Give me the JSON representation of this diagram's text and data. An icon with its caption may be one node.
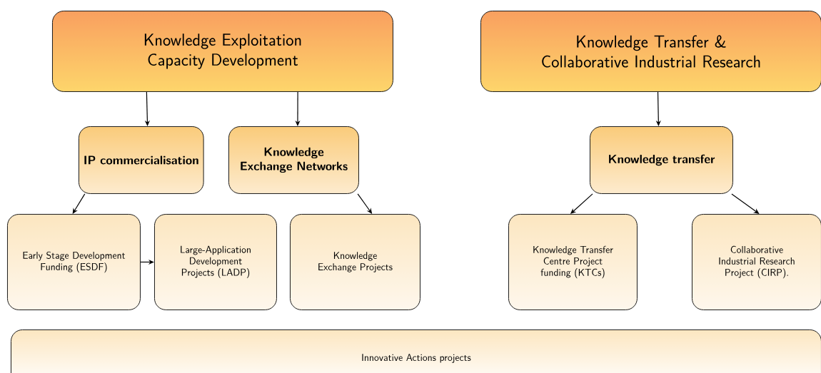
{
  "diagram": {
    "nodes": [
      {
        "text": [
          "Knowledge Exploitation Capacity Development"
        ]
      },
      {
        "text": [
          "Knowledge Transfer & Collaborative Industrial Research"
        ]
      },
      {
        "text": [
          "IP commercialisation"
        ]
      },
      {
        "text": [
          "Knowledge Exchange Networks"
        ]
      },
      {
        "text": [
          "Knowledge transfer"
        ]
      },
      {
        "text": [
          "Early Stage Development Funding  (ESDF)"
        ]
      },
      {
        "text": [
          "Large-Application Development Projects (LADP)"
        ]
      },
      {
        "text": [
          "Knowledge Exchange Projects"
        ]
      },
      {
        "text": [
          "Knowledge Transfer Centre Project funding (KTCs)"
        ]
      },
      {
        "text": [
          "Collaborative Industrial Research Project  (CIRP)."
        ]
      },
      {
        "text": [
          "Innovative Actions projects"
        ]
      }
    ],
    "edges": [
      {
        "from": 0,
        "to": 2,
        "arrow": "to"
      },
      {
        "from": 0,
        "to": 3,
        "arrow": "to"
      },
      {
        "from": 1,
        "to": 4,
        "arrow": "to"
      },
      {
        "from": 2,
        "to": 5,
        "arrow": "to"
      },
      {
        "from": 5,
        "to": 6,
        "arrow": "to"
      },
      {
        "from": 3,
        "to": 7,
        "arrow": "to"
      },
      {
        "from": 4,
        "to": 8,
        "arrow": "to"
      },
      {
        "from": 4,
        "to": 9,
        "arrow": "to"
      }
    ]
  }
}
